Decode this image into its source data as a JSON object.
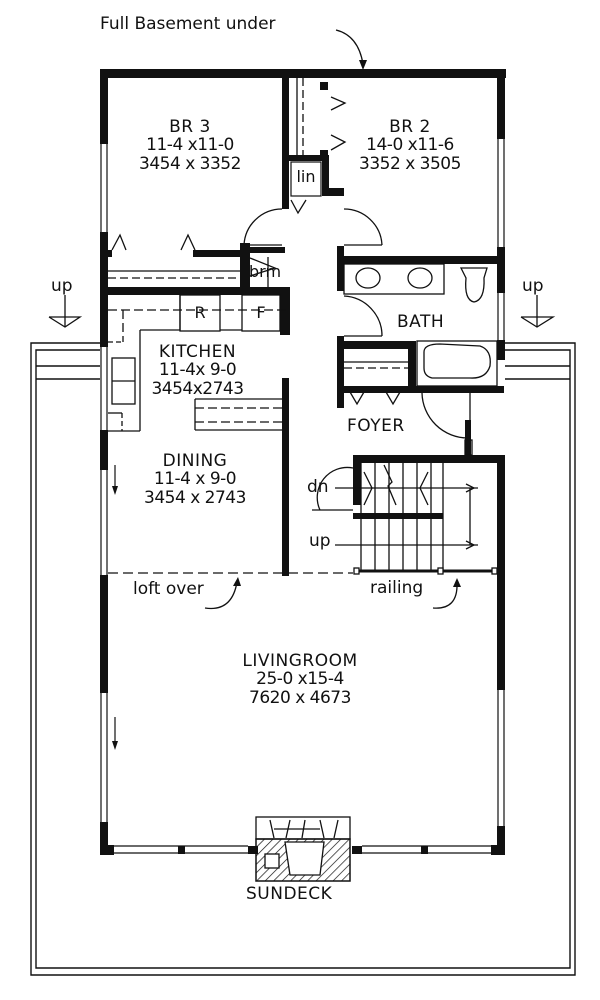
{
  "title_note": "Full Basement under",
  "colors": {
    "ink": "#111111",
    "paper": "#ffffff"
  },
  "rooms": {
    "br3": {
      "name": "BR 3",
      "imperial": "11-4 x11-0",
      "metric": "3454 x 3352"
    },
    "br2": {
      "name": "BR 2",
      "imperial": "14-0 x11-6",
      "metric": "3352 x 3505"
    },
    "kitchen": {
      "name": "KITCHEN",
      "imperial": "11-4x 9-0",
      "metric": "3454x2743"
    },
    "dining": {
      "name": "DINING",
      "imperial": "11-4 x 9-0",
      "metric": "3454 x 2743"
    },
    "bath": {
      "name": "BATH"
    },
    "foyer": {
      "name": "FOYER"
    },
    "livingroom": {
      "name": "LIVINGROOM",
      "imperial": "25-0 x15-4",
      "metric": "7620 x 4673"
    },
    "sundeck": {
      "name": "SUNDECK"
    }
  },
  "fixtures": {
    "linen": "lin",
    "broom": "brm",
    "refrigerator": "R",
    "freezer": "F"
  },
  "annotations": {
    "stair_down": "dn",
    "stair_up": "up",
    "deck_up_left": "up",
    "deck_up_right": "up",
    "loft": "loft over",
    "railing": "railing"
  }
}
